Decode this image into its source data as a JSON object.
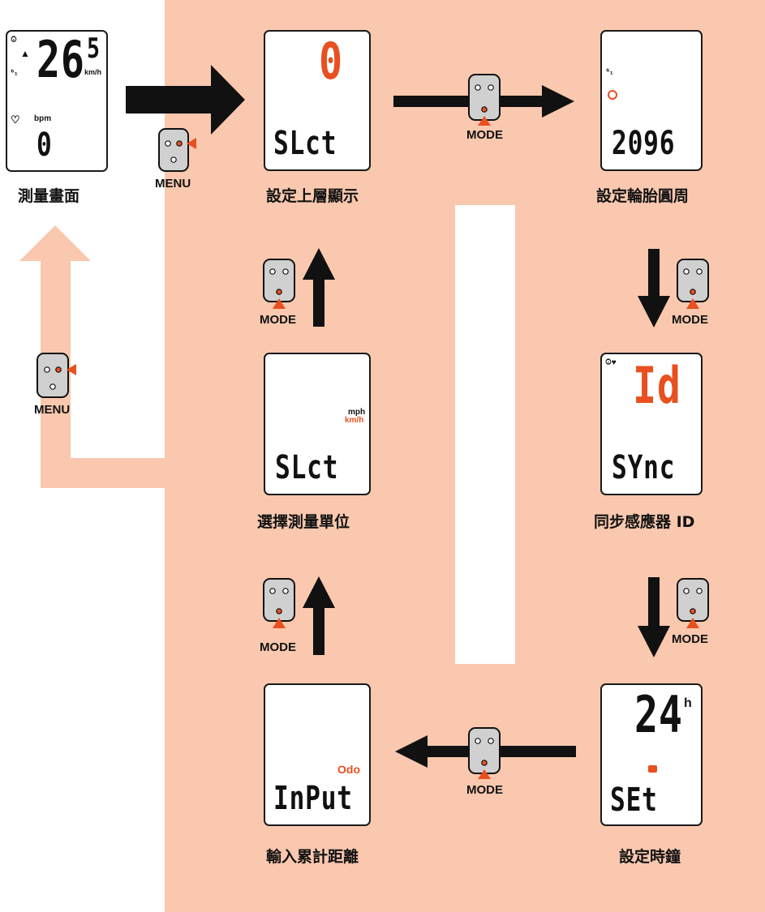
{
  "colors": {
    "panel": "#f9c8ae",
    "accent": "#e8501f",
    "ink": "#111111",
    "device_body": "#d0d0d0"
  },
  "screens": {
    "measure": {
      "caption": "測量畫面",
      "speed": "26",
      "speed_decimal": "5",
      "speed_unit": "km/h",
      "hr_unit": "bpm",
      "hr_value": "0"
    },
    "top_display": {
      "caption": "設定上層顯示",
      "value": "0",
      "text": "SLct"
    },
    "tire": {
      "caption": "設定輪胎圓周",
      "value": "2096"
    },
    "sync": {
      "caption": "同步感應器 ID",
      "value": "Id",
      "text": "SYnc"
    },
    "units": {
      "caption": "選擇測量單位",
      "unit_mph": "mph",
      "unit_kmh": "km/h",
      "text": "SLct"
    },
    "clock": {
      "caption": "設定時鐘",
      "value": "24",
      "hour_suffix": "h",
      "text": "SEt"
    },
    "odo": {
      "caption": "輸入累計距離",
      "label": "Odo",
      "text": "InPut"
    }
  },
  "buttons": {
    "menu_label": "MENU",
    "mode_label": "MODE"
  }
}
